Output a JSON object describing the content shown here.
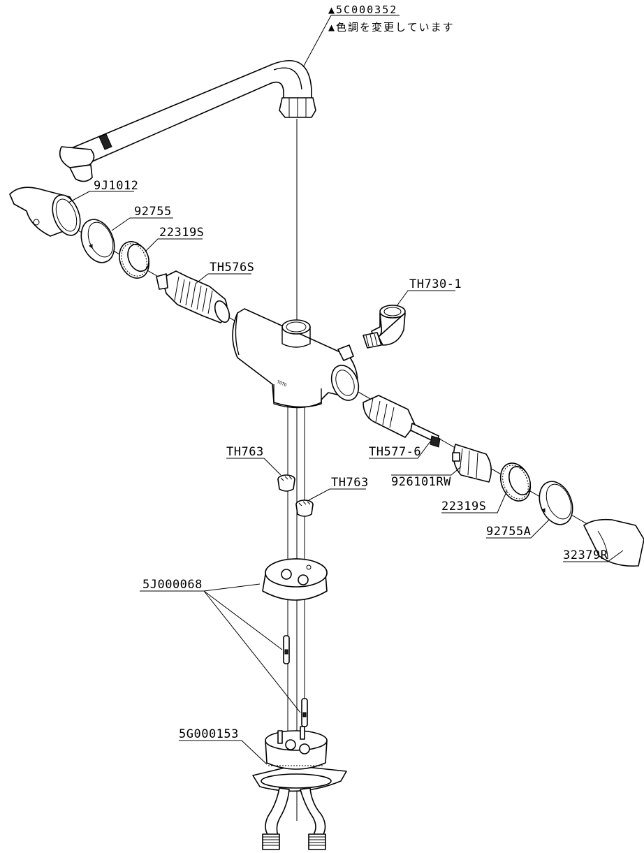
{
  "notes": {
    "top_part": "▲5C000352",
    "color_change": "▲色調を変更しています"
  },
  "labels": {
    "handle_left": "9J1012",
    "ring_left": "92755",
    "nut_left": "22319S",
    "cartridge_thermo": "TH576S",
    "elbow": "TH730-1",
    "cartridge_valve": "TH577-6",
    "check_valve_1": "TH763",
    "check_valve_2": "TH763",
    "adapter": "926101RW",
    "nut_right": "22319S",
    "ring_right": "92755A",
    "handle_right": "32379R",
    "pins": "5J000068",
    "base_assembly": "5G000153"
  },
  "body_logo": "TOTO"
}
